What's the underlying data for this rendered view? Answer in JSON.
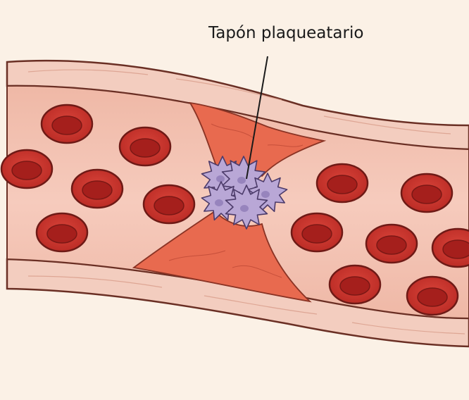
{
  "diagram": {
    "label": "Tapón plaqueatario",
    "colors": {
      "background": "#fbf1e6",
      "vessel_wall": "#f3cdbf",
      "wall_outline": "#6a2f24",
      "lumen": "#f0b4a2",
      "clot": "#e86a4f",
      "red_cell": "#c8322b",
      "red_cell_center": "#a51f1c",
      "platelet": "#b9a7d6",
      "platelet_outline": "#4c3b6a"
    },
    "icons": [
      "red-blood-cell",
      "platelet",
      "fibrin-clot"
    ]
  }
}
